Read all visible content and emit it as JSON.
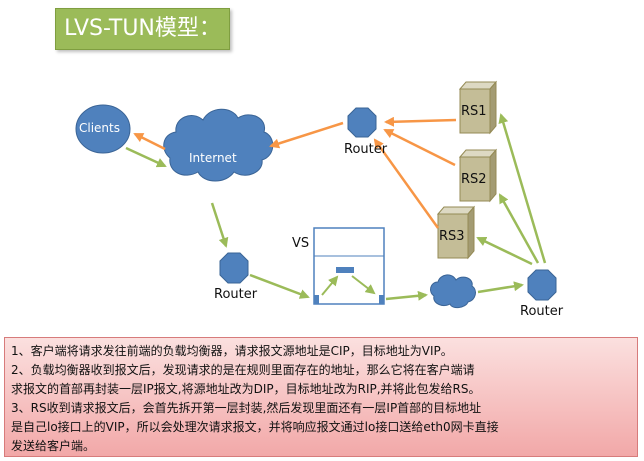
{
  "title": "LVS-TUN模型：",
  "nodes": {
    "clients": "Clients",
    "internet": "Internet",
    "router_top": "Router",
    "router_left": "Router",
    "router_right": "Router",
    "vs": "VS",
    "rs1": "RS1",
    "rs2": "RS2",
    "rs3": "RS3"
  },
  "colors": {
    "title_bg": "#9bbb59",
    "node_blue": "#4f81bd",
    "server_tan": "#c4bd97",
    "arrow_green": "#9bbb59",
    "arrow_orange": "#f79646",
    "desc_bg": "#f2a8a8"
  },
  "description": [
    "1、客户端将请求发往前端的负载均衡器，请求报文源地址是CIP，目标地址为VIP。",
    "2、负载均衡器收到报文后，发现请求的是在规则里面存在的地址，那么它将在客户端请",
    "求报文的首部再封装一层IP报文,将源地址改为DIP，目标地址改为RIP,并将此包发给RS。",
    "3、RS收到请求报文后，会首先拆开第一层封装,然后发现里面还有一层IP首部的目标地址",
    "是自己lo接口上的VIP，所以会处理次请求报文，并将响应报文通过lo接口送给eth0网卡直接",
    "发送给客户端。"
  ]
}
